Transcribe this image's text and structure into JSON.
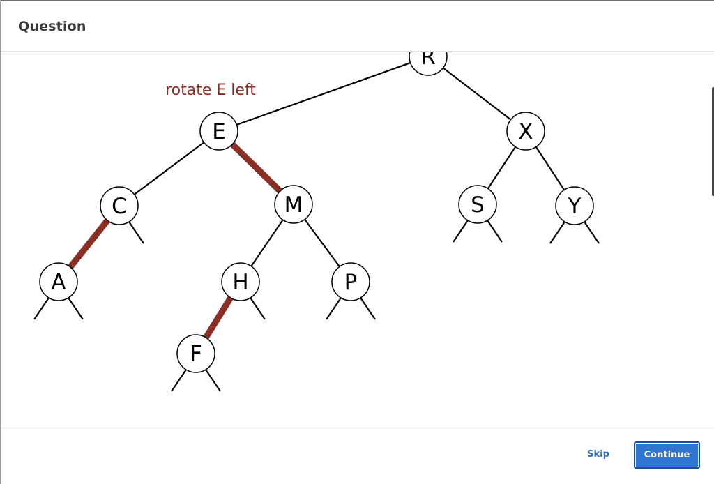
{
  "header": {
    "title": "Question"
  },
  "figure": {
    "annotation": "rotate E left",
    "annotation_color": "#8b2e26",
    "highlight_color": "#8b2e26",
    "nodes": [
      {
        "id": "R",
        "label": "R"
      },
      {
        "id": "E",
        "label": "E"
      },
      {
        "id": "X",
        "label": "X"
      },
      {
        "id": "C",
        "label": "C"
      },
      {
        "id": "M",
        "label": "M"
      },
      {
        "id": "S",
        "label": "S"
      },
      {
        "id": "Y",
        "label": "Y"
      },
      {
        "id": "A",
        "label": "A"
      },
      {
        "id": "H",
        "label": "H"
      },
      {
        "id": "P",
        "label": "P"
      },
      {
        "id": "F",
        "label": "F"
      }
    ],
    "edges": [
      {
        "from": "R",
        "to": "E",
        "red": false
      },
      {
        "from": "R",
        "to": "X",
        "red": false
      },
      {
        "from": "E",
        "to": "C",
        "red": false
      },
      {
        "from": "E",
        "to": "M",
        "red": true
      },
      {
        "from": "C",
        "to": "A",
        "red": true
      },
      {
        "from": "M",
        "to": "H",
        "red": false
      },
      {
        "from": "M",
        "to": "P",
        "red": false
      },
      {
        "from": "H",
        "to": "F",
        "red": true
      },
      {
        "from": "X",
        "to": "S",
        "red": false
      },
      {
        "from": "X",
        "to": "Y",
        "red": false
      }
    ]
  },
  "footer": {
    "skip_label": "Skip",
    "continue_label": "Continue"
  },
  "colors": {
    "accent": "#2f74cf",
    "link": "#2c6fc4"
  }
}
